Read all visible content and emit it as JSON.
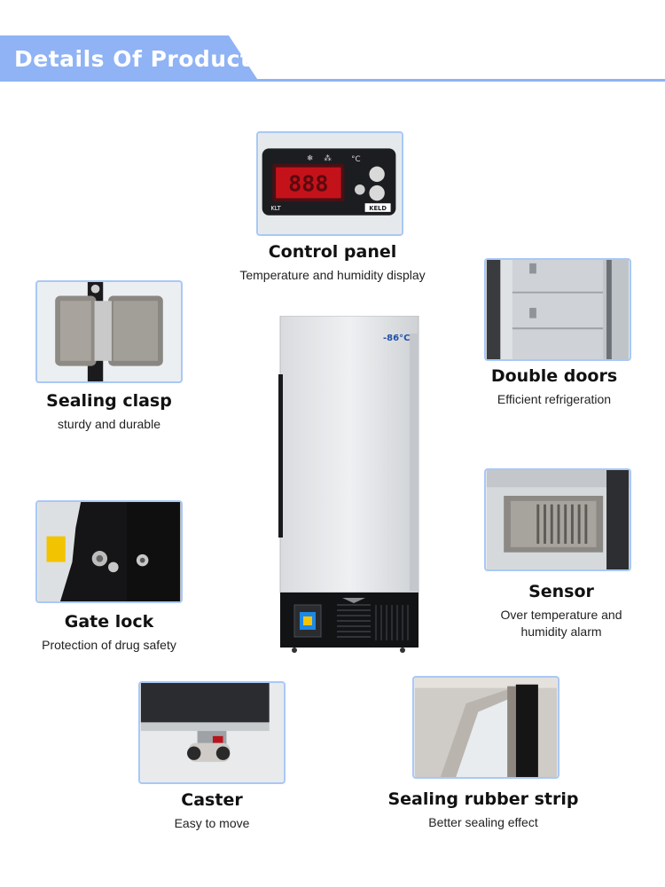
{
  "header": {
    "title": "Details Of Product",
    "accent": "#8fb3f4"
  },
  "product": {
    "temperature_label": "-86°C"
  },
  "control_panel": {
    "display_brand": "KELD",
    "display_model": "KLT",
    "unit_label": "°C"
  },
  "features": [
    {
      "title": "Control panel",
      "subtitle": "Temperature and humidity display"
    },
    {
      "title": "Sealing clasp",
      "subtitle": "sturdy and durable"
    },
    {
      "title": "Double doors",
      "subtitle": "Efficient refrigeration"
    },
    {
      "title": "Sensor",
      "subtitle_line1": "Over temperature and",
      "subtitle_line2": "humidity alarm"
    },
    {
      "title": "Gate lock",
      "subtitle": "Protection of drug safety"
    },
    {
      "title": "Caster",
      "subtitle": "Easy to move"
    },
    {
      "title": "Sealing rubber strip",
      "subtitle": "Better sealing effect"
    }
  ],
  "colors": {
    "frame_border": "#a9c8f6",
    "banner_fill": "#8fb3f4"
  }
}
